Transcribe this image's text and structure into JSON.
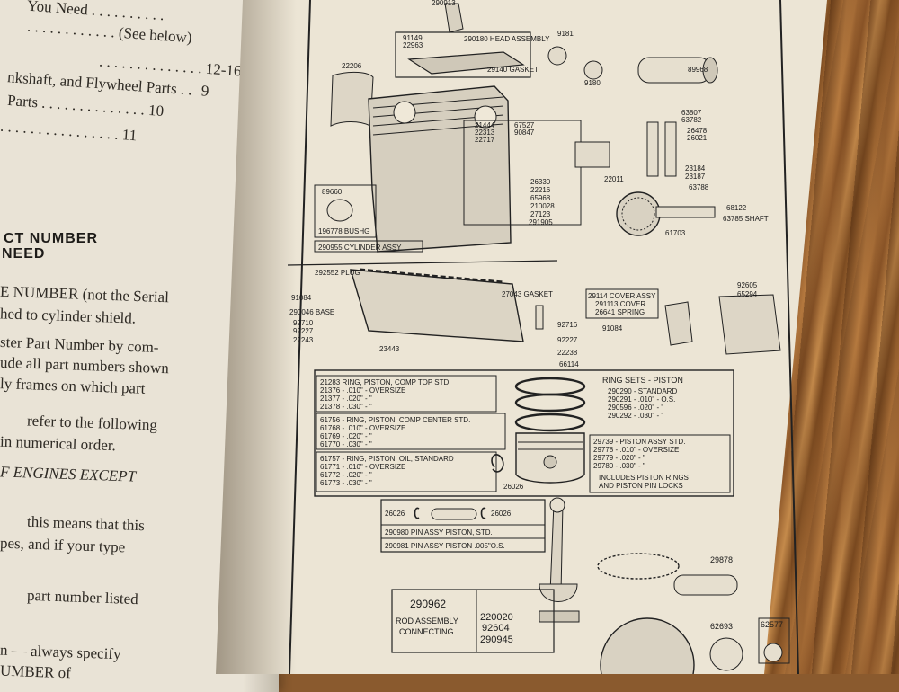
{
  "left_page": {
    "toc": [
      {
        "text": "You Need",
        "dots": ". . . . . . . . . .",
        "page": "",
        "note": ""
      },
      {
        "text": "",
        "dots": ". . . . . . . . . . . .",
        "page": "",
        "note": "(See below)"
      },
      {
        "text": "",
        "dots": ". . . . . . . . . . . . . .",
        "page": "12-16",
        "note": ""
      },
      {
        "text": "nkshaft, and Flywheel Parts",
        "dots": ". .",
        "page": "9",
        "note": ""
      },
      {
        "text": "Parts",
        "dots": ". . . . . . . . . . . . . .",
        "page": "10",
        "note": ""
      },
      {
        "text": "",
        "dots": ". . . . . . . . . . . . . . . .",
        "page": "11",
        "note": ""
      }
    ],
    "heading_line1": "CT NUMBER",
    "heading_line2": "NEED",
    "body": [
      "E NUMBER (not the Serial",
      "hed to cylinder shield.",
      "ster Part Number by com-",
      "ude all part numbers shown",
      "ly  frames  on  which  part",
      "refer  to  the  following",
      "in numerical order.",
      "F ENGINES EXCEPT",
      "this  means  that  this",
      "pes, and if your type",
      "part number listed",
      "n — always specify",
      "UMBER  of"
    ]
  },
  "diagram": {
    "top_labels": [
      "290913",
      "91149",
      "22963",
      "290180 HEAD ASSEMBLY",
      "29140 GASKET",
      "9181",
      "9180",
      "89968",
      "22206"
    ],
    "cylinder_labels": [
      "21444",
      "22313",
      "22717",
      "67527",
      "90847",
      "22011",
      "26330",
      "22216",
      "65968",
      "210028",
      "27123",
      "291905",
      "89660",
      "196778 BUSHG",
      "290955 CYLINDER ASSY"
    ],
    "valve_labels": [
      "63807",
      "63782",
      "26478",
      "26021",
      "23184",
      "23187",
      "63788",
      "68122",
      "63785 SHAFT",
      "61703"
    ],
    "base_labels": [
      "292552 PLUG",
      "91084",
      "290046 BASE",
      "92710",
      "92227",
      "22243",
      "23443",
      "27043 GASKET",
      "92716",
      "92227",
      "22238",
      "66114"
    ],
    "cover_labels": [
      "29114 COVER ASSY",
      "291113 COVER",
      "26641 SPRING",
      "91084",
      "92605",
      "65294"
    ],
    "rings_top": [
      "21283 RING, PISTON, COMP TOP  STD.",
      "21376 - .010\" - OVERSIZE",
      "21377 - .020\" -        \"",
      "21378 - .030\" -        \""
    ],
    "rings_center": [
      "61756 - RING, PISTON, COMP CENTER STD.",
      "61768 - .010\" - OVERSIZE",
      "61769 - .020\" -        \"",
      "61770 - .030\" -        \""
    ],
    "rings_oil": [
      "61757 - RING, PISTON, OIL, STANDARD",
      "61771 - .010\" - OVERSIZE",
      "61772 - .020\" -        \"",
      "61773 - .030\" -        \""
    ],
    "ring_sets_title": "RING SETS - PISTON",
    "ring_sets": [
      "290290 - STANDARD",
      "290291 - .010\" - O.S.",
      "290596 - .020\" -   \"",
      "290292 - .030\" -   \""
    ],
    "piston_assy": [
      "29739 - PISTON ASSY STD.",
      "29778 - .010\" - OVERSIZE",
      "29779 - .020\" -      \"",
      "29780 - .030\" -      \""
    ],
    "piston_note": [
      "INCLUDES PISTON RINGS",
      "AND PISTON PIN LOCKS"
    ],
    "piston_part": "26026",
    "pin_parts": [
      "26026",
      "26026"
    ],
    "pin_assy": [
      "290980 PIN ASSY PISTON, STD.",
      "290981 PIN ASSY PISTON .005\"O.S."
    ],
    "rod_number": "290962",
    "rod_label": [
      "ROD ASSEMBLY",
      "CONNECTING"
    ],
    "rod_parts": [
      "220020",
      "92604",
      "290945"
    ],
    "bottom_parts": [
      "29878",
      "62693",
      "62577"
    ]
  },
  "colors": {
    "paper": "#ece5d5",
    "ink": "#1b1b1b",
    "wood": "#a86e37"
  }
}
